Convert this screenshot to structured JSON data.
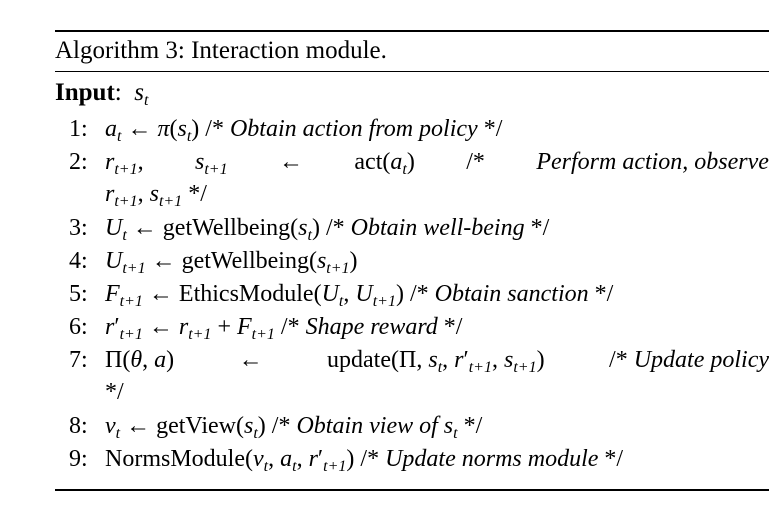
{
  "caption": "Algorithm 3: Interaction module.",
  "input_label": "Input",
  "input_sep": ":",
  "lines": [
    {
      "n": "1:",
      "c": "Obtain action from policy"
    },
    {
      "n": "2:",
      "c": "Perform action, observe"
    },
    {
      "n": "3:",
      "c": "Obtain well-being"
    },
    {
      "n": "4:",
      "c": ""
    },
    {
      "n": "5:",
      "c": "Obtain sanction"
    },
    {
      "n": "6:",
      "c": "Shape reward"
    },
    {
      "n": "7:",
      "c": "Update policy"
    },
    {
      "n": "8:",
      "c": "Obtain view of"
    },
    {
      "n": "9:",
      "c": "Update norms module"
    }
  ],
  "fn": {
    "act": "act",
    "wellbeing": "getWellbeing",
    "ethics": "EthicsModule",
    "update": "update",
    "view": "getView",
    "norms": "NormsModule"
  }
}
